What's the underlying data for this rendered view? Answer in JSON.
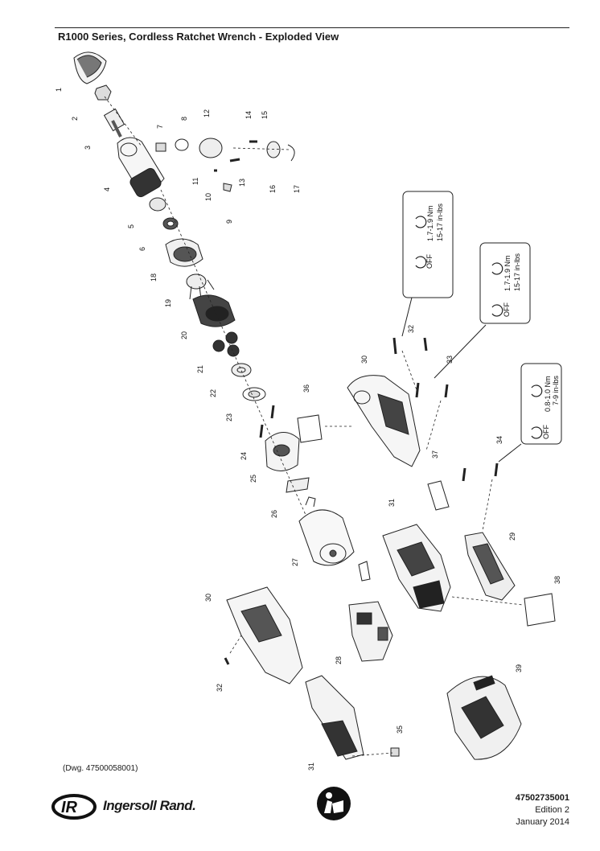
{
  "header": {
    "title": "R1000 Series, Cordless Ratchet Wrench - Exploded View"
  },
  "parts": [
    "1",
    "2",
    "3",
    "4",
    "5",
    "6",
    "7",
    "8",
    "9",
    "10",
    "11",
    "12",
    "13",
    "14",
    "15",
    "16",
    "17",
    "18",
    "19",
    "20",
    "21",
    "22",
    "23",
    "24",
    "25",
    "26",
    "27",
    "28",
    "29",
    "30",
    "31",
    "32",
    "33",
    "34",
    "35",
    "36",
    "37",
    "38",
    "39"
  ],
  "callouts": {
    "c30a": "30",
    "c32a": "32",
    "c33": "33",
    "c34": "34",
    "c36": "36",
    "c37": "37",
    "c31a": "31",
    "c29": "29",
    "c38": "38",
    "c30b": "30",
    "c32b": "32",
    "c28": "28",
    "c31b": "31",
    "c35": "35",
    "c39": "39",
    "c27": "27",
    "c26": "26",
    "c25": "25",
    "c24": "24",
    "c23": "23",
    "c22": "22",
    "c21": "21",
    "c20": "20",
    "c19": "19",
    "c18": "18",
    "c6": "6",
    "c5": "5",
    "c4": "4",
    "c3": "3",
    "c2": "2",
    "c1": "1",
    "c7": "7",
    "c8": "8",
    "c9": "9",
    "c10": "10",
    "c11": "11",
    "c12": "12",
    "c13": "13",
    "c14": "14",
    "c15": "15",
    "c16": "16",
    "c17": "17"
  },
  "torque_boxes": [
    {
      "off": "OFF",
      "nm": "1.7-1.9 Nm",
      "inlbs": "15-17 in-lbs"
    },
    {
      "off": "OFF",
      "nm": "1.7-1.9 Nm",
      "inlbs": "15-17 in-lbs"
    },
    {
      "off": "OFF",
      "nm": "0.8-1.0 Nm",
      "inlbs": "7-9 in-lbs"
    }
  ],
  "footer": {
    "drawing_ref": "(Dwg. 47500058001)",
    "brand": "Ingersoll Rand.",
    "brand_mark": "IR",
    "doc_number": "47502735001",
    "edition": "Edition 2",
    "date": "January 2014"
  }
}
